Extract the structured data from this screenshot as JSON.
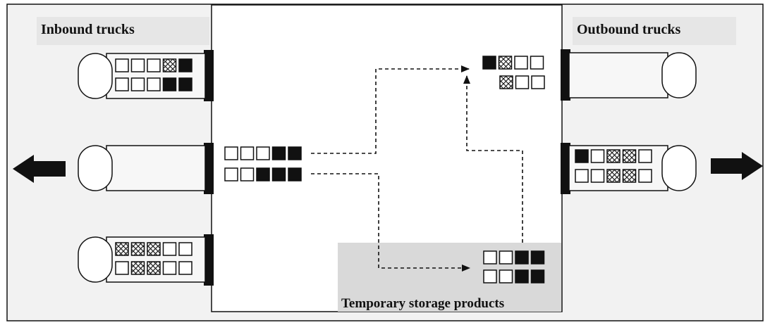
{
  "labels": {
    "inbound": "Inbound trucks",
    "outbound": "Outbound trucks",
    "storage": "Temporary storage products"
  },
  "colors": {
    "background": "#f2f2f2",
    "dock": "#ffffff",
    "storage_zone": "#d9d9d9",
    "label_band": "#e6e6e6",
    "stroke": "#111111",
    "truck_fill": "#f7f7f7"
  },
  "icons": {
    "left_arrow": "arrow-left-icon",
    "right_arrow": "arrow-right-icon"
  },
  "pallet_legend": [
    "empty",
    "cross-hatched",
    "filled"
  ],
  "trucks": {
    "inbound_1": [
      [
        "e",
        "e",
        "e",
        "x",
        "f"
      ],
      [
        "e",
        "e",
        "e",
        "f",
        "f"
      ]
    ],
    "inbound_2": [],
    "inbound_3": [
      [
        "x",
        "x",
        "x",
        "e",
        "e"
      ],
      [
        "e",
        "x",
        "x",
        "e",
        "e"
      ]
    ],
    "outbound_1": [],
    "outbound_2": [
      [
        "f",
        "e",
        "x",
        "x",
        "e"
      ],
      [
        "e",
        "e",
        "x",
        "x",
        "e"
      ]
    ]
  },
  "dock_groups": {
    "unloaded": [
      [
        "e",
        "e",
        "e",
        "f",
        "f"
      ],
      [
        "e",
        "e",
        "f",
        "f",
        "f"
      ]
    ],
    "outbound_stage": [
      [
        "f",
        "x",
        "e",
        "e"
      ],
      [
        "x",
        "e",
        "e"
      ]
    ],
    "storage": [
      [
        "e",
        "e",
        "f",
        "f"
      ],
      [
        "e",
        "e",
        "f",
        "f"
      ]
    ]
  }
}
